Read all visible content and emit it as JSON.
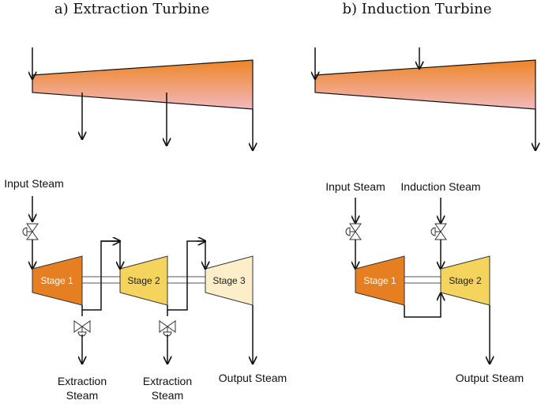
{
  "titles": {
    "a": "a) Extraction Turbine",
    "b": "b) Induction Turbine"
  },
  "labels": {
    "input_steam_a": "Input Steam",
    "input_steam_b": "Input Steam",
    "induction_steam": "Induction Steam",
    "extraction_1_line1": "Extraction",
    "extraction_1_line2": "Steam",
    "extraction_2_line1": "Extraction",
    "extraction_2_line2": "Steam",
    "output_steam_a": "Output Steam",
    "output_steam_b": "Output Steam"
  },
  "stages": {
    "a1": "Stage 1",
    "a2": "Stage 2",
    "a3": "Stage 3",
    "b1": "Stage 1",
    "b2": "Stage 2"
  },
  "colors": {
    "stage_dark": "#e67e22",
    "stage_mid": "#f4d45c",
    "stage_light": "#fbeec8",
    "gradient_top": "#ee8526",
    "gradient_bottom": "#f2b9bd",
    "stage_dark_text": "#ffffff",
    "stage_light_text": "#222222"
  },
  "icons": {
    "control_valve": "control-valve-icon"
  }
}
